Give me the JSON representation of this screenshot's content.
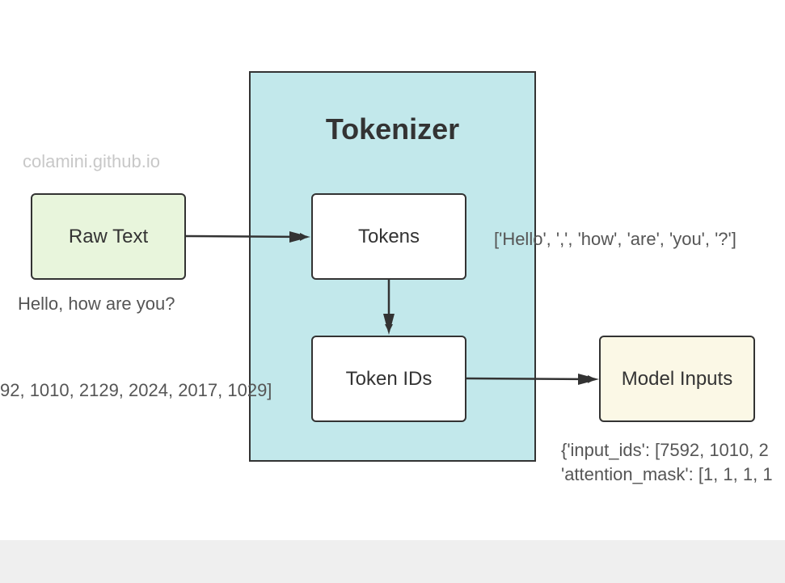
{
  "watermark": "colamini.github.io",
  "tokenizer": {
    "title": "Tokenizer"
  },
  "nodes": {
    "raw_text": "Raw Text",
    "tokens": "Tokens",
    "token_ids": "Token IDs",
    "model_inputs": "Model Inputs"
  },
  "annotations": {
    "raw_text_example": "Hello, how are you?",
    "tokens_example": "['Hello', ',', 'how', 'are', 'you', '?']",
    "token_ids_example": "92, 1010, 2129, 2024, 2017, 1029]",
    "model_inputs_line1": "{'input_ids': [7592, 1010, 2",
    "model_inputs_line2": "'attention_mask': [1, 1, 1, 1"
  },
  "colors": {
    "tokenizer_fill": "#c2e8eb",
    "raw_text_fill": "#e8f5dc",
    "model_inputs_fill": "#fbf8e6",
    "stroke": "#333333"
  }
}
